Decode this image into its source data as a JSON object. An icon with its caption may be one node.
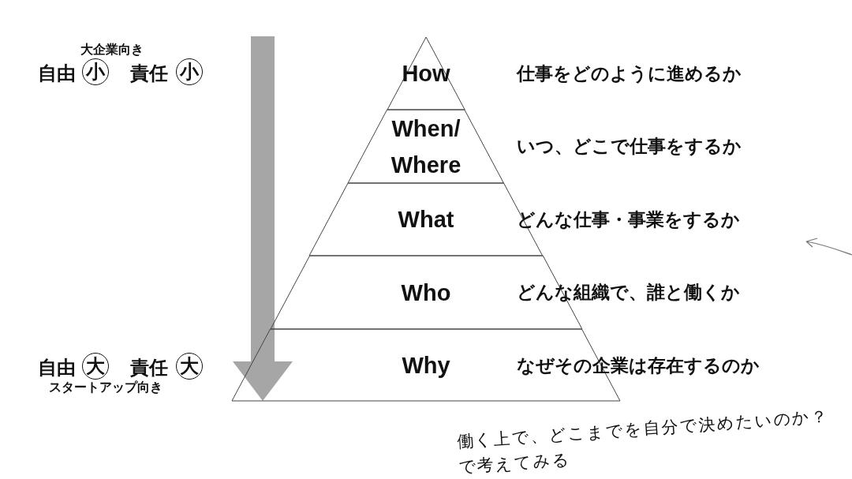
{
  "diagram": {
    "nodes": [
      {
        "text": [
          "How"
        ]
      },
      {
        "text": [
          "When/ Where"
        ]
      },
      {
        "text": [
          "What"
        ]
      },
      {
        "text": [
          "Who"
        ]
      },
      {
        "text": [
          "Why"
        ]
      }
    ],
    "labels": [
      "大企業向き",
      "自由",
      "小",
      "責任",
      "小",
      "仕事をどのように進めるか",
      "いつ、どこで仕事をするか",
      "どんな仕事・事業をするか",
      "どんな組織で、誰と働くか",
      "自由",
      "大",
      "責任",
      "大",
      "なぜその企業は存在するのか",
      "スタートアップ向き",
      "働く上で、どこまでを自分で決めたいのか？",
      "で考えてみる"
    ]
  }
}
